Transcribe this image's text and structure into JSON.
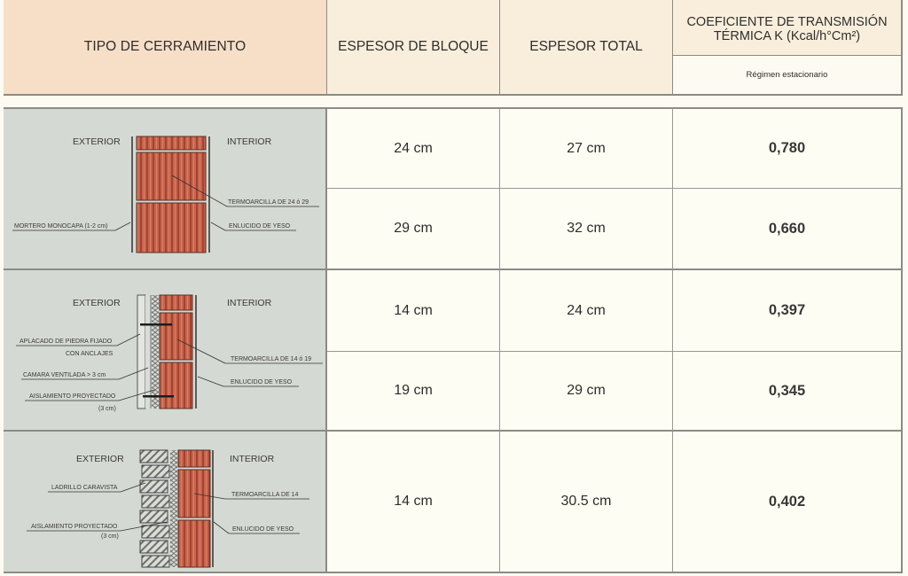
{
  "table": {
    "headers": {
      "tipo": "TIPO DE CERRAMIENTO",
      "espesor_bloque": "ESPESOR DE BLOQUE",
      "espesor_total": "ESPESOR TOTAL",
      "coeficiente_line1": "COEFICIENTE DE TRANSMISIÓN",
      "coeficiente_line2": "TÉRMICA K (Kcal/h°Cm²)",
      "regimen": "Régimen estacionario"
    },
    "groups": [
      {
        "diagram": {
          "exterior": "EXTERIOR",
          "interior": "INTERIOR",
          "labels_left": [
            "MORTERO MONOCAPA (1-2 cm)"
          ],
          "labels_right": [
            "TERMOARCILLA DE 24 ó 29",
            "ENLUCIDO DE YESO"
          ]
        },
        "rows": [
          {
            "espesor_bloque": "24 cm",
            "espesor_total": "27 cm",
            "k": "0,780"
          },
          {
            "espesor_bloque": "29 cm",
            "espesor_total": "32 cm",
            "k": "0,660"
          }
        ]
      },
      {
        "diagram": {
          "exterior": "EXTERIOR",
          "interior": "INTERIOR",
          "labels_left": [
            "APLACADO DE PIEDRA FIJADO",
            "CON ANCLAJES",
            "CAMARA VENTILADA > 3 cm",
            "AISLAMIENTO PROYECTADO",
            "(3 cm)"
          ],
          "labels_right": [
            "TERMOARCILLA DE 14 ó 19",
            "ENLUCIDO DE YESO"
          ]
        },
        "rows": [
          {
            "espesor_bloque": "14 cm",
            "espesor_total": "24 cm",
            "k": "0,397"
          },
          {
            "espesor_bloque": "19 cm",
            "espesor_total": "29 cm",
            "k": "0,345"
          }
        ]
      },
      {
        "diagram": {
          "exterior": "EXTERIOR",
          "interior": "INTERIOR",
          "labels_left": [
            "LADRILLO CARAVISTA",
            "AISLAMIENTO PROYECTADO",
            "(3 cm)"
          ],
          "labels_right": [
            "TERMOARCILLA DE 14",
            "ENLUCIDO DE YESO"
          ]
        },
        "rows": [
          {
            "espesor_bloque": "14 cm",
            "espesor_total": "30.5 cm",
            "k": "0,402"
          }
        ]
      }
    ]
  },
  "colors": {
    "header_tipo_bg": "#f7dfc7",
    "header_bg": "#f9eedb",
    "diagram_bg": "#d4d9d3",
    "cell_bg": "#fdfdf3",
    "brick": "#c9634a",
    "border": "#8c8a86"
  }
}
